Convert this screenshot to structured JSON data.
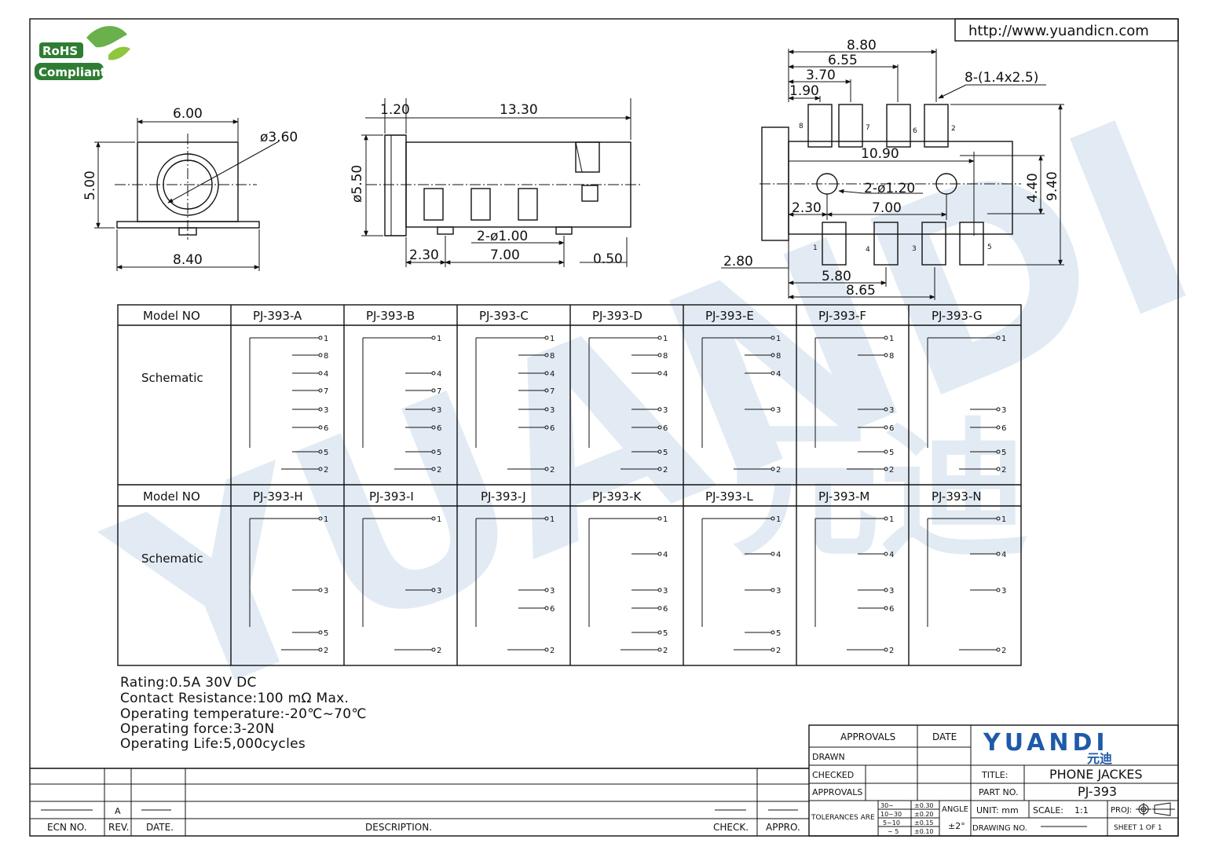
{
  "website": "http://www.yuandicn.com",
  "badge": {
    "top": "RoHS",
    "bottom": "Compliant"
  },
  "watermark": {
    "latin": "YUANDI",
    "cjk": "元迪"
  },
  "front_view": {
    "width": "6.00",
    "diameter": "ø3.60",
    "height": "5.00",
    "base": "8.40"
  },
  "side_view": {
    "flange": "1.20",
    "length": "13.30",
    "diameter": "ø5.50",
    "pins": "2-ø1.00",
    "d1": "2.30",
    "d2": "7.00",
    "d3": "0.50"
  },
  "footprint": {
    "d_880": "8.80",
    "d_655": "6.55",
    "d_370": "3.70",
    "d_190": "1.90",
    "pads": "8-(1.4x2.5)",
    "d_1090": "10.90",
    "holes": "2-ø1.20",
    "d_230": "2.30",
    "d_700": "7.00",
    "d_440": "4.40",
    "d_940": "9.40",
    "d_280": "2.80",
    "d_580": "5.80",
    "d_865": "8.65",
    "pin_top": [
      "8",
      "7",
      "6",
      "2"
    ],
    "pin_bottom": [
      "1",
      "4",
      "3",
      "5"
    ]
  },
  "table": {
    "model_label": "Model NO",
    "schematic_label": "Schematic",
    "row1": [
      "PJ-393-A",
      "PJ-393-B",
      "PJ-393-C",
      "PJ-393-D",
      "PJ-393-E",
      "PJ-393-F",
      "PJ-393-G"
    ],
    "row2": [
      "PJ-393-H",
      "PJ-393-I",
      "PJ-393-J",
      "PJ-393-K",
      "PJ-393-L",
      "PJ-393-M",
      "PJ-393-N"
    ],
    "pins": {
      "p1": "1",
      "p8": "8",
      "p4": "4",
      "p7": "7",
      "p3": "3",
      "p6": "6",
      "p5": "5",
      "p2": "2"
    }
  },
  "specs": [
    "Rating:0.5A 30V DC",
    "Contact Resistance:100 mΩ Max.",
    "Operating temperature:-20℃~70℃",
    "Operating force:3-20N",
    "Operating Life:5,000cycles"
  ],
  "revision": {
    "ecn": "ECN NO.",
    "rev": "REV.",
    "date": "DATE.",
    "description": "DESCRIPTION.",
    "check": "CHECK.",
    "appro": "APPRO.",
    "rev_value": "A"
  },
  "titleblock": {
    "approvals_header": "APPROVALS",
    "date_header": "DATE",
    "drawn": "DRAWN",
    "checked": "CHECKED",
    "approvals": "APPROVALS",
    "brand": "YUANDI",
    "brand_cjk": "元迪",
    "title_label": "TITLE:",
    "title_value": "PHONE JACKES",
    "part_label": "PART NO.",
    "part_value": "PJ-393",
    "tolerances_label": "TOLERANCES ARE",
    "tol_ranges": [
      "30~",
      "10~30",
      "5~10",
      "~ 5"
    ],
    "tol_values": [
      "±0.30",
      "±0.20",
      "±0.15",
      "±0.10"
    ],
    "angle_label": "ANGLE",
    "angle_value": "±2°",
    "unit": "UNIT: mm",
    "scale_label": "SCALE:",
    "scale_value": "1:1",
    "proj_label": "PROJ:",
    "drawing_label": "DRAWING NO.",
    "sheet": "SHEET  1  OF  1"
  }
}
